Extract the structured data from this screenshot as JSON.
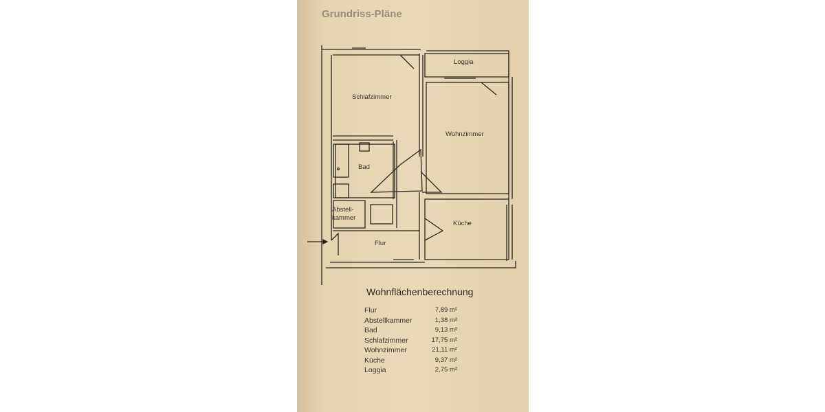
{
  "heading": "Grundriss-Pläne",
  "rooms": {
    "loggia": "Loggia",
    "schlafzimmer": "Schlafzimmer",
    "wohnzimmer": "Wohnzimmer",
    "bad": "Bad",
    "abstell_line1": "Abstell-",
    "abstell_line2": "kammer",
    "kueche": "Küche",
    "flur": "Flur"
  },
  "calculation": {
    "title": "Wohnflächenberechnung",
    "rows": [
      {
        "name": "Flur",
        "value": "7,89 m²"
      },
      {
        "name": "Abstellkammer",
        "value": "1,38 m²"
      },
      {
        "name": "Bad",
        "value": "9,13 m²"
      },
      {
        "name": "Schlafzimmer",
        "value": "17,75 m²"
      },
      {
        "name": "Wohnzimmer",
        "value": "21,11 m²"
      },
      {
        "name": "Küche",
        "value": "9,37 m²"
      },
      {
        "name": "Loggia",
        "value": "2,75 m²"
      }
    ]
  }
}
